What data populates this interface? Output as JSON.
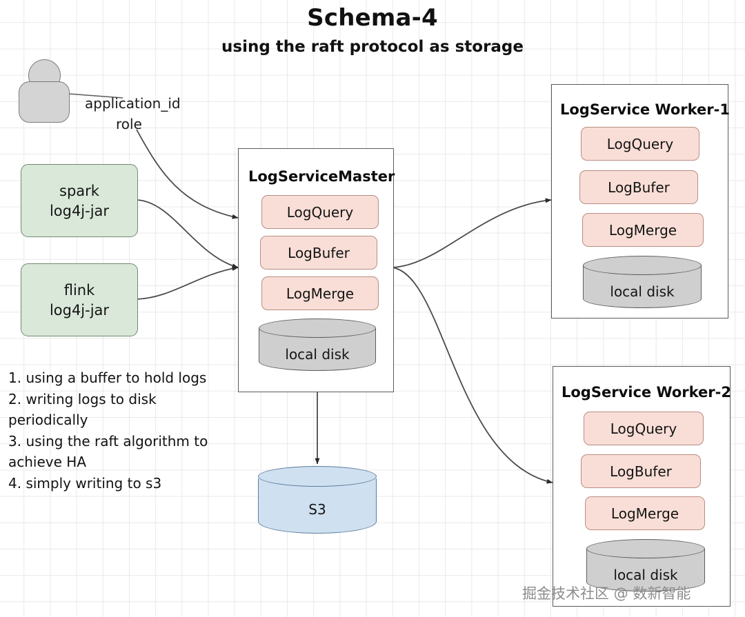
{
  "header": {
    "title": "Schema-4",
    "subtitle": "using the raft protocol as storage"
  },
  "actor": {
    "name": "user-actor",
    "labels": {
      "application_id": "application_id",
      "role": "role"
    }
  },
  "sources": [
    {
      "id": "spark",
      "line1": "spark",
      "line2": "log4j-jar"
    },
    {
      "id": "flink",
      "line1": "flink",
      "line2": "log4j-jar"
    }
  ],
  "master": {
    "title": "LogServiceMaster",
    "components": [
      "LogQuery",
      "LogBufer",
      "LogMerge"
    ],
    "storage": "local disk"
  },
  "workers": [
    {
      "title": "LogService Worker-1",
      "components": [
        "LogQuery",
        "LogBufer",
        "LogMerge"
      ],
      "storage": "local disk"
    },
    {
      "title": "LogService Worker-2",
      "components": [
        "LogQuery",
        "LogBufer",
        "LogMerge"
      ],
      "storage": "local disk"
    }
  ],
  "object_store": {
    "label": "S3"
  },
  "notes": [
    "1. using a buffer to hold logs",
    "2. writing logs to disk periodically",
    "3. using the raft algorithm to achieve HA",
    "4. simply writing to s3"
  ],
  "watermark": "掘金技术社区 @ 数新智能",
  "colors": {
    "component_fill": "#f8ded6",
    "component_stroke": "#b98d82",
    "source_fill": "#d9e8d9",
    "source_stroke": "#6f8a6f",
    "disk_fill": "#cfcfcf",
    "s3_fill": "#cfe0f0",
    "container_stroke": "#5a5a5a",
    "connector_stroke": "#4a4a4a",
    "grid_line": "#e9e9e9",
    "text": "#111111"
  }
}
